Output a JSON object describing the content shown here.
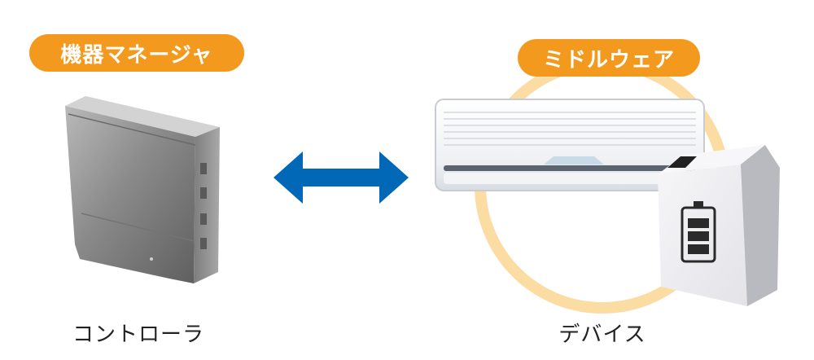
{
  "manager": {
    "badge_label": "機器マネージャ",
    "device_label": "コントローラ"
  },
  "middleware": {
    "badge_label": "ミドルウェア",
    "devices_label": "デバイス"
  },
  "colors": {
    "badge_orange": "#f39a1e",
    "ring": "#fbdca3",
    "arrow_blue": "#0068b6",
    "controller_gray": "#8e8e8e",
    "battery_box": "#ececef"
  },
  "icons": [
    "controller-box-illustration",
    "bidirectional-arrow-icon",
    "air-conditioner-illustration",
    "battery-box-illustration"
  ]
}
